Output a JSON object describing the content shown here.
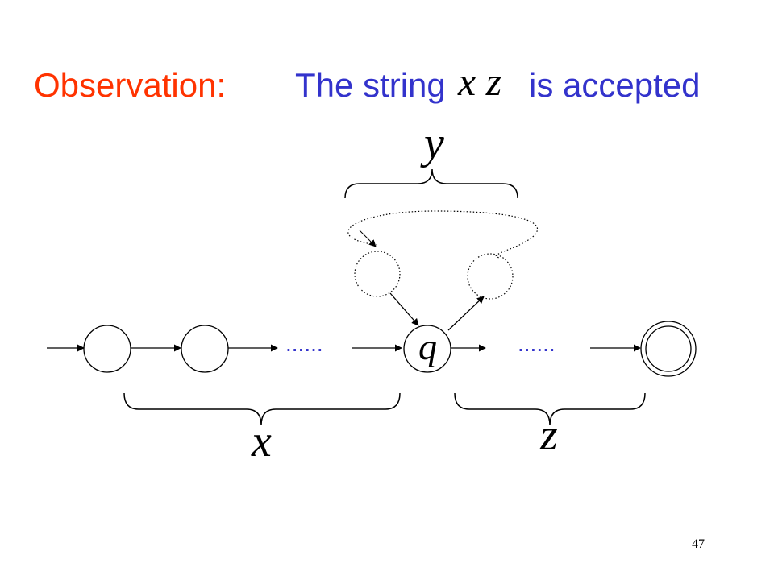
{
  "title": {
    "label": "Observation:",
    "prefix": "The string",
    "math": "x z",
    "suffix": "is accepted"
  },
  "labels": {
    "x": "x",
    "y": "y",
    "z": "z",
    "q": "q",
    "dots_left": "......",
    "dots_right": "......"
  },
  "page_number": "47",
  "colors": {
    "observation": "#ff3300",
    "statement": "#3333cc",
    "ink": "#000000"
  }
}
